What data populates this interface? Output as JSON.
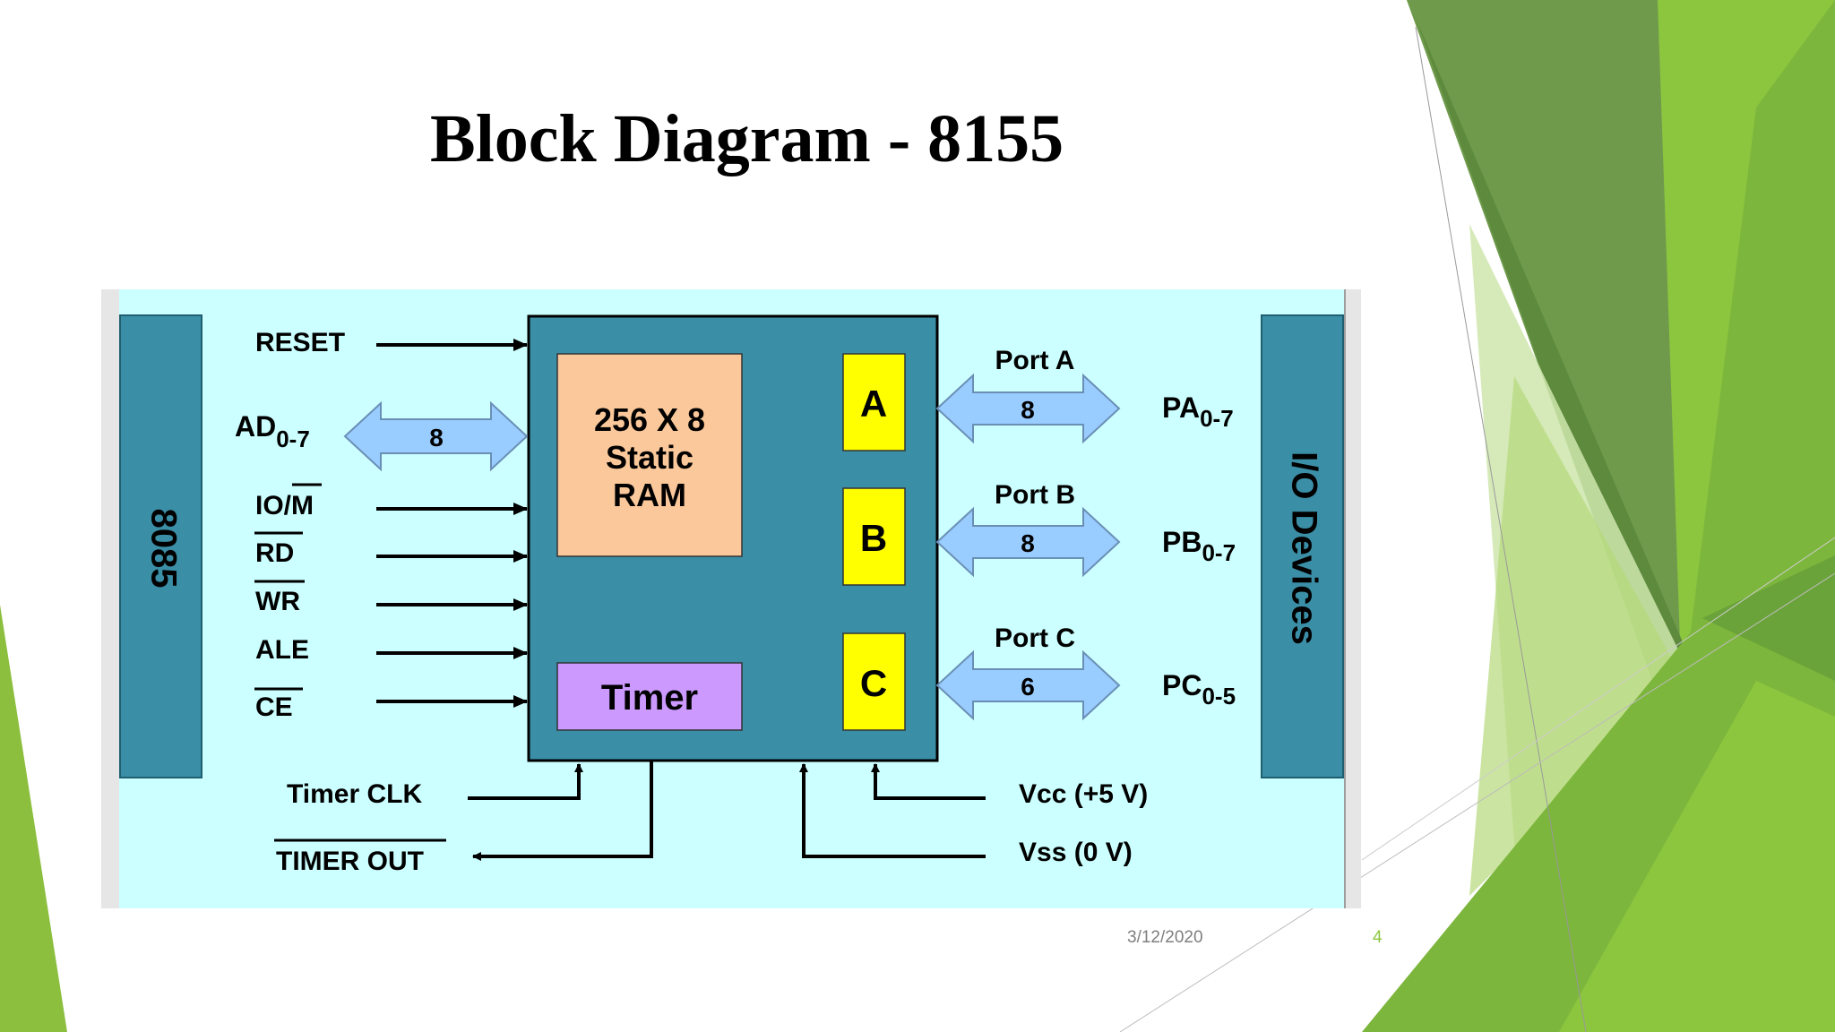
{
  "slide": {
    "title": "Block Diagram - 8155",
    "date": "3/12/2020",
    "page_number": "4"
  },
  "diagram": {
    "left_block": "8085",
    "right_block": "I/O Devices",
    "ram_lines": [
      "256 X 8",
      "Static",
      "RAM"
    ],
    "timer": "Timer",
    "ports": [
      {
        "box": "A",
        "label": "Port A",
        "width": "8",
        "pin_main": "PA",
        "pin_sub": "0-7"
      },
      {
        "box": "B",
        "label": "Port B",
        "width": "8",
        "pin_main": "PB",
        "pin_sub": "0-7"
      },
      {
        "box": "C",
        "label": "Port C",
        "width": "6",
        "pin_main": "PC",
        "pin_sub": "0-5"
      }
    ],
    "bus": {
      "main": "AD",
      "sub": "0-7",
      "width": "8"
    },
    "inputs": {
      "reset": "RESET",
      "io_m_io": "IO/",
      "io_m_m": "M",
      "rd": "RD",
      "wr": "WR",
      "ale": "ALE",
      "ce": "CE"
    },
    "timer_clk": "Timer CLK",
    "timer_out": "TIMER OUT",
    "vcc": "Vcc (+5 V)",
    "vss": "Vss (0 V)"
  },
  "colors": {
    "diagram_bg": "#ccffff",
    "block_teal": "#3a8ea6",
    "ram_peach": "#fac89a",
    "timer_purple": "#cc99ff",
    "port_yellow": "#ffff00",
    "arrow_blue": "#99ccff",
    "green_dark": "#5a8a3a",
    "green_mid": "#7cb342",
    "green_light": "#9ccc4a"
  }
}
